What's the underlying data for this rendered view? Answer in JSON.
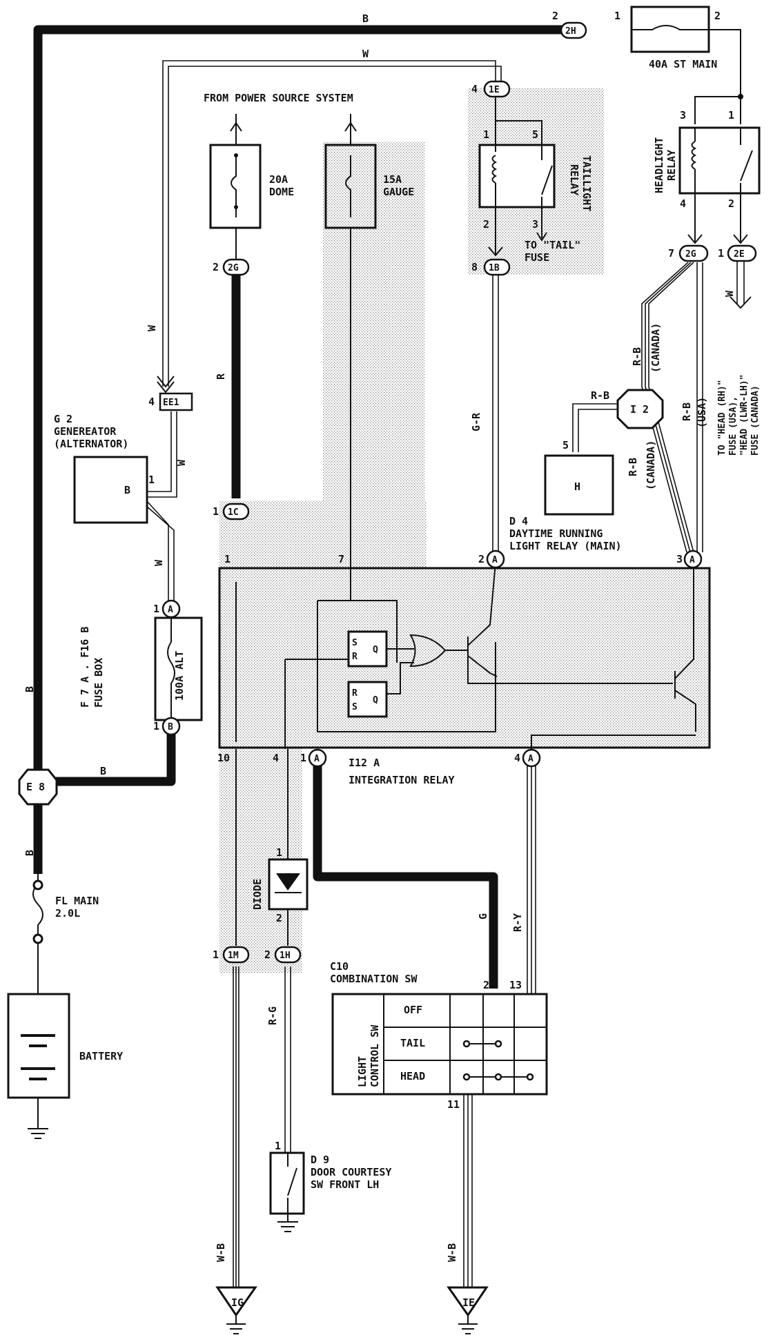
{
  "diagram": {
    "power_source_label": "FROM POWER SOURCE SYSTEM",
    "fuses": {
      "st_main": "40A ST MAIN",
      "dome": [
        "20A",
        "DOME"
      ],
      "gauge": [
        "15A",
        "GAUGE"
      ],
      "alt": "100A ALT",
      "fl_main": [
        "FL MAIN",
        "2.0L"
      ]
    },
    "components": {
      "battery": "BATTERY",
      "generator": [
        "G 2",
        "GENEREATOR",
        "(ALTERNATOR)"
      ],
      "generator_terminal": "B",
      "fuse_box": [
        "F 7 A . F16 B",
        "FUSE BOX"
      ],
      "taillight_relay": [
        "TAILLIGHT",
        "RELAY"
      ],
      "headlight_relay": [
        "HEADLIGHT",
        "RELAY"
      ],
      "drl_relay": [
        "D 4",
        "DAYTIME RUNNING",
        "LIGHT RELAY (MAIN)"
      ],
      "integration_relay": [
        "I12 A",
        "INTEGRATION RELAY"
      ],
      "diode": "DIODE",
      "combination_sw": [
        "C10",
        "COMBINATION SW"
      ],
      "light_control_sw": [
        "LIGHT",
        "CONTROL SW"
      ],
      "switch_positions": [
        "OFF",
        "TAIL",
        "HEAD"
      ],
      "door_courtesy": [
        "D 9",
        "DOOR COURTESY",
        "SW FRONT LH"
      ],
      "junction_h": "H",
      "junction_i2": "I 2",
      "junction_e8": "E 8",
      "flipflop": [
        "S",
        "R",
        "Q"
      ]
    },
    "connectors": [
      "2H",
      "1E",
      "1B",
      "2G",
      "2E",
      "EE1",
      "1C",
      "1M",
      "1H",
      "A",
      "B"
    ],
    "grounds": [
      "IG",
      "IE"
    ],
    "wire_colors": [
      "B",
      "W",
      "R",
      "G-R",
      "R-B",
      "W-B",
      "G",
      "R-Y",
      "R-G"
    ],
    "variants": [
      "(CANADA)",
      "(USA)"
    ],
    "notes": {
      "to_tail": [
        "TO \"TAIL\"",
        "FUSE"
      ],
      "to_head": [
        "TO \"HEAD (RH)\"",
        "FUSE (USA),",
        "\"HEAD (LWR-LH)\"",
        "FUSE (CANADA)"
      ]
    },
    "pins": [
      "1",
      "2",
      "3",
      "4",
      "5",
      "7",
      "8",
      "10",
      "11",
      "13"
    ]
  }
}
